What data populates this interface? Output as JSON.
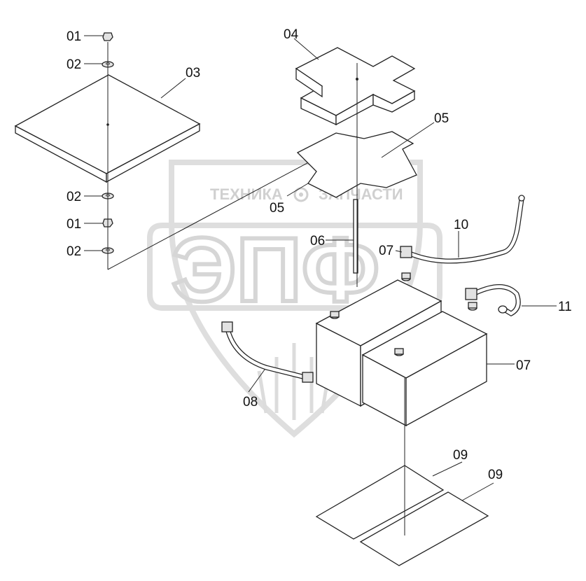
{
  "watermark": {
    "left_text": "ТЕХНИКА",
    "right_text": "ЗАПЧАСТИ",
    "big_text": "ЭПФ"
  },
  "labels": {
    "l01a": "01",
    "l02a": "02",
    "l03": "03",
    "l04": "04",
    "l05a": "05",
    "l05b": "05",
    "l02b": "02",
    "l01b": "01",
    "l02c": "02",
    "l06": "06",
    "l07a": "07",
    "l10": "10",
    "l11": "11",
    "l07b": "07",
    "l08": "08",
    "l09a": "09",
    "l09b": "09"
  }
}
